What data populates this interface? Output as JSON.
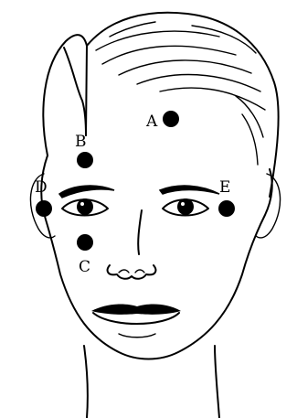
{
  "figure": {
    "points": [
      {
        "label": "A"
      },
      {
        "label": "B"
      },
      {
        "label": "C"
      },
      {
        "label": "D"
      },
      {
        "label": "E"
      }
    ]
  }
}
